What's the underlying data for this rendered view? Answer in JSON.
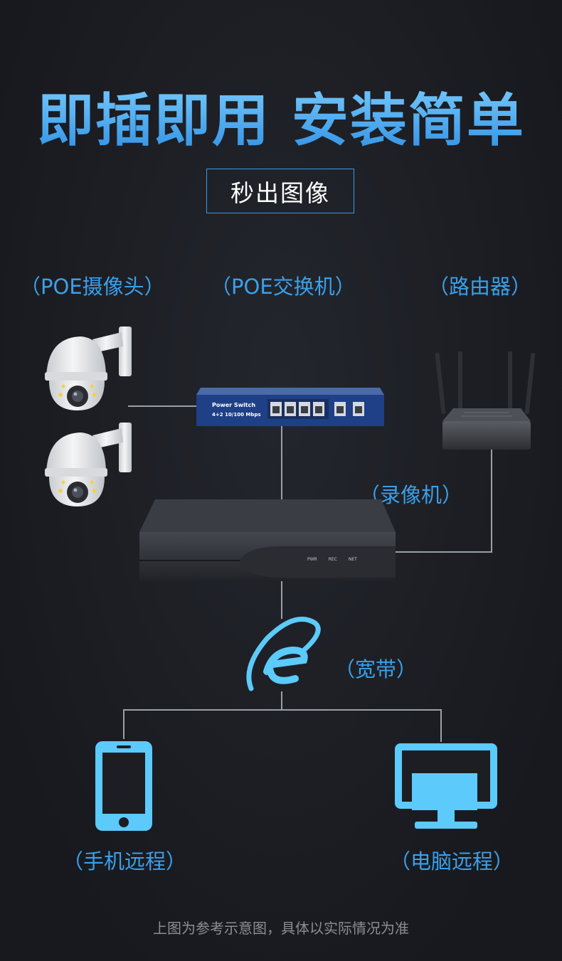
{
  "headline": "即插即用  安装简单",
  "badge": "秒出图像",
  "labels": {
    "poe_camera": "（POE摄像头）",
    "poe_switch": "（POE交换机）",
    "router": "（路由器）",
    "nvr": "（录像机）",
    "broadband": "（宽带）",
    "phone": "（手机远程）",
    "computer": "（电脑远程）"
  },
  "switch_text": {
    "brand": "Power Switch",
    "spec": "4+2  10/100 Mbps"
  },
  "nvr_leds": [
    "PWR",
    "REC",
    "NET"
  ],
  "footnote": "上图为参考示意图，具体以实际情况为准",
  "colors": {
    "accent": "#3aa0ea",
    "icon": "#5ccafa",
    "background": "#1c1e24"
  }
}
